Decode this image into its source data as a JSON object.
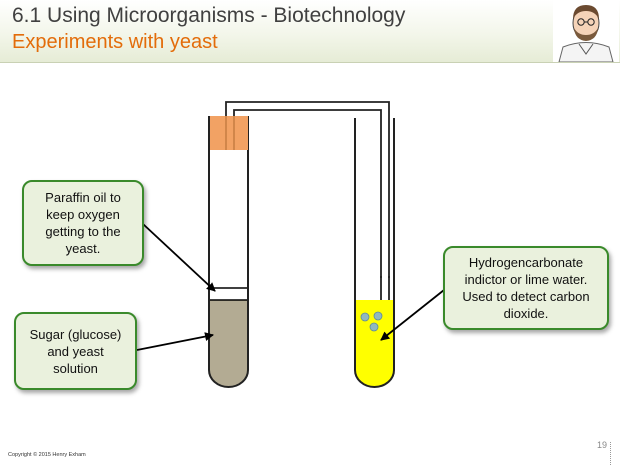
{
  "header": {
    "title": "6.1 Using Microorganisms - Biotechnology",
    "subtitle": "Experiments with yeast"
  },
  "callouts": {
    "paraffin": "Paraffin oil to\nkeep oxygen\ngetting to the\nyeast.",
    "sugar": "Sugar (glucose)\nand yeast\nsolution",
    "indicator": "Hydrogencarbonate\nindictor or lime water.\nUsed to detect carbon\ndioxide."
  },
  "footer": {
    "copyright": "Copyright © 2015 Henry Exham",
    "slide_number": "19"
  },
  "colors": {
    "accent_orange": "#e36c0a",
    "callout_border": "#3a8a2b",
    "callout_fill": "#eaf1dd",
    "yeast_solution": "#b3ab93",
    "indicator_liquid": "#ffff00",
    "bung": "#f2a264"
  },
  "icons": [
    "presenter-avatar-icon"
  ]
}
